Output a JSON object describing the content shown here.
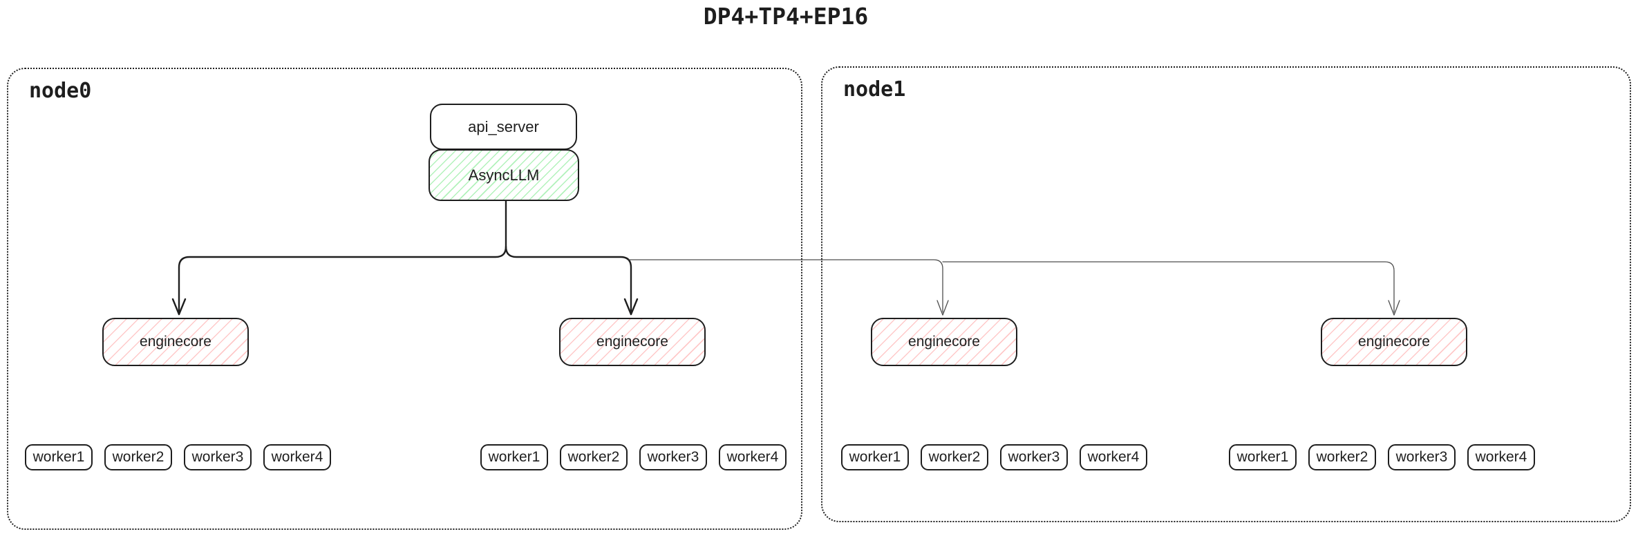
{
  "title": "DP4+TP4+EP16",
  "colors": {
    "stroke": "#1e1e1e",
    "thin_connector": "#4d4d4d",
    "green_hatch": "#b2f2bb",
    "red_hatch": "#ffc9c9",
    "background": "#ffffff"
  },
  "node0": {
    "label": "node0"
  },
  "node1": {
    "label": "node1"
  },
  "api_server": {
    "label": "api_server"
  },
  "async_llm": {
    "label": "AsyncLLM"
  },
  "enginecores": [
    {
      "label": "enginecore"
    },
    {
      "label": "enginecore"
    },
    {
      "label": "enginecore"
    },
    {
      "label": "enginecore"
    }
  ],
  "worker_groups": [
    {
      "workers": [
        "worker1",
        "worker2",
        "worker3",
        "worker4"
      ]
    },
    {
      "workers": [
        "worker1",
        "worker2",
        "worker3",
        "worker4"
      ]
    },
    {
      "workers": [
        "worker1",
        "worker2",
        "worker3",
        "worker4"
      ]
    },
    {
      "workers": [
        "worker1",
        "worker2",
        "worker3",
        "worker4"
      ]
    }
  ]
}
